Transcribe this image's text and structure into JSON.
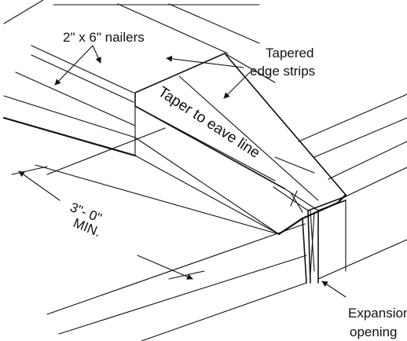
{
  "labels": {
    "nailers": "2\" x 6\" nailers",
    "tapered_line1": "Tapered",
    "tapered_line2": "edge strips",
    "taper_to_eave": "Taper to eave line",
    "dim_value": "3\"- 0\"",
    "dim_min": "MIN.",
    "expansion_line1": "Expansion",
    "expansion_line2": "opening"
  },
  "colors": {
    "ink": "#111111",
    "background": "#ffffff"
  }
}
